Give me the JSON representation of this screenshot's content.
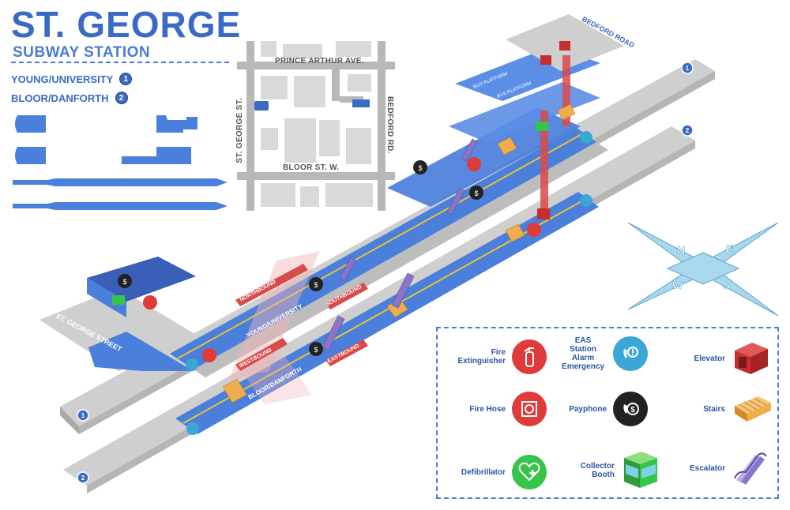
{
  "header": {
    "title": "ST. GEORGE",
    "subtitle": "SUBWAY STATION"
  },
  "lines": [
    {
      "name": "YOUNG/UNIVERSITY",
      "number": "1"
    },
    {
      "name": "BLOOR/DANFORTH",
      "number": "2"
    }
  ],
  "map": {
    "streets": {
      "prince_arthur": "PRINCE ARTHUR AVE.",
      "st_george": "ST. GEORGE ST.",
      "bedford": "BEDFORD RD.",
      "bloor": "BLOOR ST. W."
    }
  },
  "diagram": {
    "entrance_bedford": "BEDFORD ROAD",
    "entrance_st_george": "ST. GEORGE STREET",
    "platform_young": "YOUNG/UNIVERSITY",
    "platform_bloor": "BLOOR/DANFORTH",
    "northbound": "NORTHBOUND",
    "southbound": "SOUTHBOUND",
    "westbound": "WESTBOUND",
    "eastbound": "EASTBOUND",
    "bus_platform_a": "BUS PLATFORM",
    "bus_platform_b": "BUS PLATFORM",
    "track_1": "1",
    "track_2": "2"
  },
  "compass": {
    "n": "N",
    "e": "E",
    "s": "S",
    "w": "W"
  },
  "legend": {
    "fire_extinguisher": "Fire Extinguisher",
    "eas": [
      "EAS",
      "Station",
      "Alarm",
      "Emergency"
    ],
    "elevator": "Elevator",
    "fire_hose": "Fire Hose",
    "payphone": "Payphone",
    "stairs": "Stairs",
    "defibrillator": "Defibrillator",
    "collector_booth": "Collector Booth",
    "escalator": "Escalator"
  },
  "colors": {
    "brand_blue": "#3a6bc4",
    "platform_blue": "#4a7fdc",
    "red": "#e03a3a",
    "teal": "#3aa7d6",
    "green": "#36c44a",
    "stairs": "#f0ad4e",
    "escalator": "#8a76c8"
  }
}
